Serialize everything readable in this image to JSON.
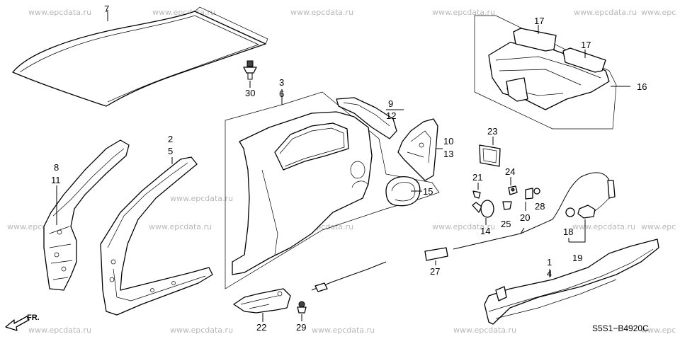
{
  "watermarks": [
    "www.epcdata.ru",
    "www.epcdata.ru",
    "www.epcdata.ru",
    "www.epcdata.ru",
    "www.epcdata.ru",
    "www.epc",
    "www.epcdata.ru",
    "www.epcdata.ru",
    "www.epcdata.ru",
    "www.epcdata.ru",
    "www.epcdata.ru",
    "www.epc",
    "www.epcdata.ru",
    "www.epcdata.ru",
    "www.epcdata.ru",
    "www.epcdata.ru",
    "www.epcdata.ru",
    "www.epc"
  ],
  "callouts": {
    "c1": "1",
    "c2": "2",
    "c3": "3",
    "c4": "4",
    "c5": "5",
    "c6": "6",
    "c7": "7",
    "c8": "8",
    "c9": "9",
    "c10": "10",
    "c11": "11",
    "c12": "12",
    "c13": "13",
    "c14": "14",
    "c15": "15",
    "c16": "16",
    "c17a": "17",
    "c17b": "17",
    "c18": "18",
    "c19": "19",
    "c20": "20",
    "c21": "21",
    "c22": "22",
    "c23": "23",
    "c24": "24",
    "c25": "25",
    "c27": "27",
    "c28": "28",
    "c29": "29",
    "c30": "30"
  },
  "direction_label": "FR.",
  "diagram_code": "S5S1−B4920C"
}
